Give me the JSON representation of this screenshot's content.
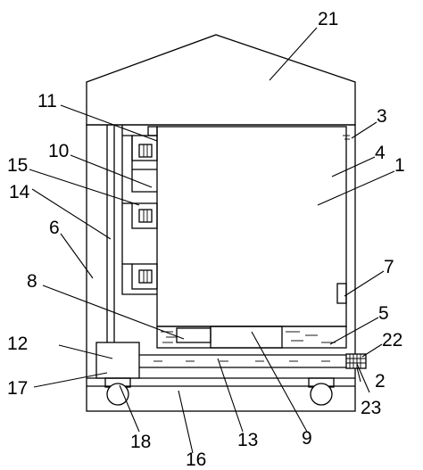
{
  "labels": {
    "l1": "1",
    "l2": "2",
    "l3": "3",
    "l4": "4",
    "l5": "5",
    "l6": "6",
    "l7": "7",
    "l8": "8",
    "l9": "9",
    "l10": "10",
    "l11": "11",
    "l12": "12",
    "l13": "13",
    "l14": "14",
    "l15": "15",
    "l16": "16",
    "l17": "17",
    "l18": "18",
    "l21": "21",
    "l22": "22",
    "l23": "23"
  }
}
